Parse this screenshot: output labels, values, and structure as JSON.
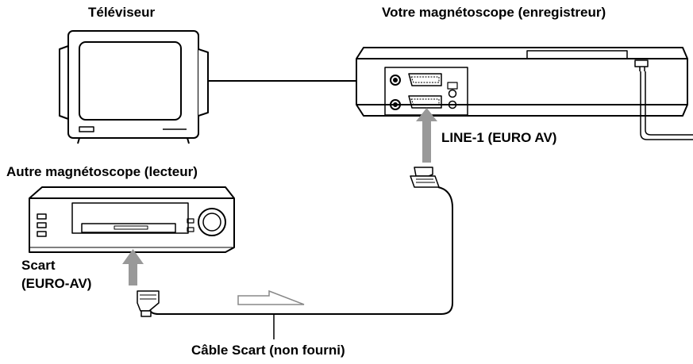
{
  "labels": {
    "tv": "Téléviseur",
    "recorder": "Votre magnétoscope (enregistreur)",
    "player": "Autre magnétoscope (lecteur)",
    "line1": "LINE-1 (EURO AV)",
    "scart_line1": "Scart",
    "scart_line2": "(EURO-AV)",
    "cable": "Câble Scart (non fourni)"
  },
  "colors": {
    "line": "#000000",
    "arrow": "#999999",
    "outline_arrow": "#888888"
  }
}
